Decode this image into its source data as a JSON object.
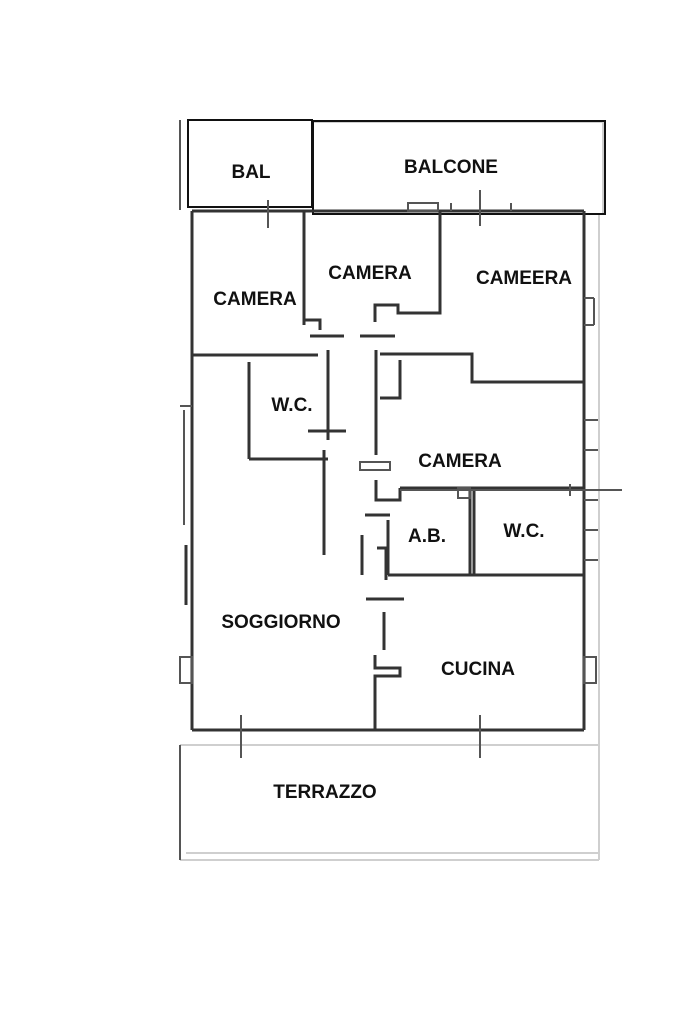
{
  "plan": {
    "rooms": {
      "bal": "BAL",
      "balcone": "BALCONE",
      "camera_left": "CAMERA",
      "camera_center": "CAMERA",
      "cameera": "CAMEERA",
      "wc_left": "W.C.",
      "camera_mid": "CAMERA",
      "ab": "A.B.",
      "wc_right": "W.C.",
      "soggiorno": "SOGGIORNO",
      "cucina": "CUCINA",
      "terrazzo": "TERRAZZO"
    }
  }
}
